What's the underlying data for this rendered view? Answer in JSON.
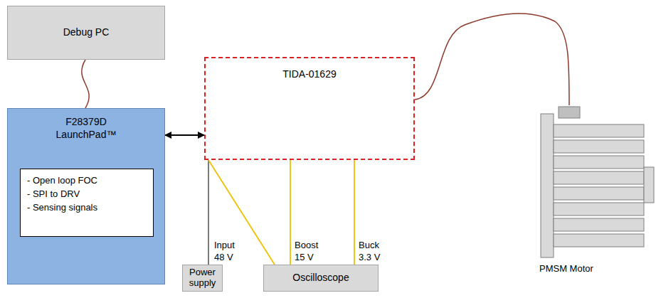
{
  "diagram": {
    "nodes": [
      {
        "text": [
          "Debug PC"
        ]
      },
      {
        "text": [
          "F28379D LaunchPad™"
        ]
      },
      {
        "text": [
          "- Open loop FOC",
          "- SPI to DRV",
          "- Sensing signals"
        ],
        "in": 1
      },
      {
        "text": [
          "TIDA-01629"
        ]
      },
      {
        "text": [
          "Power supply"
        ]
      },
      {
        "text": [
          "Oscilloscope"
        ]
      },
      {
        "text": [
          "PMSM Motor"
        ]
      }
    ],
    "edges": [
      {
        "from": 0,
        "to": 1,
        "arrow": "none"
      },
      {
        "from": 1,
        "to": 3,
        "arrow": "both"
      },
      {
        "from": 3,
        "to": 6,
        "arrow": "none"
      },
      {
        "from": 3,
        "to": 4,
        "label": "Input 48 V",
        "arrow": "none"
      },
      {
        "from": 3,
        "to": 5,
        "arrow": "none"
      },
      {
        "from": 3,
        "to": 5,
        "label": "Boost 15 V",
        "arrow": "none"
      },
      {
        "from": 3,
        "to": 5,
        "label": "Buck 3.3 V",
        "arrow": "none"
      }
    ]
  }
}
